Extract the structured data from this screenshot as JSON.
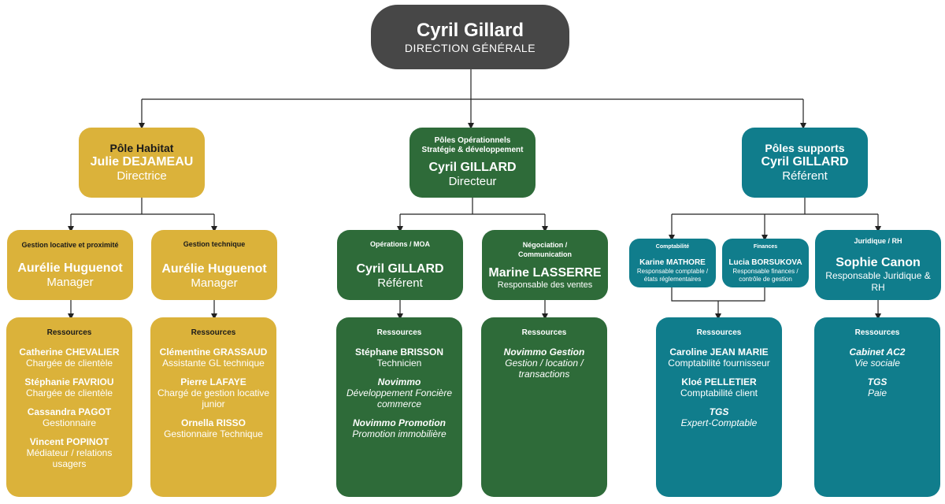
{
  "top": {
    "name": "Cyril Gillard",
    "title": "DIRECTION GÉNÉRALE"
  },
  "habitat": {
    "head": {
      "pole": "Pôle Habitat",
      "name": "Julie DEJAMEAU",
      "role": "Directrice"
    },
    "gl": {
      "dept": "Gestion locative et proximité",
      "name": "Aurélie Huguenot",
      "role": "Manager"
    },
    "gt": {
      "dept": "Gestion technique",
      "name": "Aurélie Huguenot",
      "role": "Manager"
    },
    "gl_res": {
      "title": "Ressources",
      "entries": [
        {
          "name": "Catherine CHEVALIER",
          "role": "Chargée de clientèle"
        },
        {
          "name": "Stéphanie FAVRIOU",
          "role": "Chargée de clientèle"
        },
        {
          "name": "Cassandra PAGOT",
          "role": "Gestionnaire"
        },
        {
          "name": "Vincent POPINOT",
          "role": "Médiateur / relations usagers"
        }
      ]
    },
    "gt_res": {
      "title": "Ressources",
      "entries": [
        {
          "name": "Clémentine GRASSAUD",
          "role": "Assistante GL technique"
        },
        {
          "name": "Pierre LAFAYE",
          "role": "Chargé de gestion locative junior"
        },
        {
          "name": "Ornella RISSO",
          "role": "Gestionnaire Technique"
        }
      ]
    }
  },
  "ops": {
    "head": {
      "pole_line1": "Pôles Opérationnels",
      "pole_line2": "Stratégie & développement",
      "name": "Cyril GILLARD",
      "role": "Directeur"
    },
    "moa": {
      "dept": "Opérations / MOA",
      "name": "Cyril GILLARD",
      "role": "Référent"
    },
    "nego": {
      "dept": "Négociation / Communication",
      "name": "Marine LASSERRE",
      "role": "Responsable des ventes"
    },
    "moa_res": {
      "title": "Ressources",
      "entries": [
        {
          "name": "Stéphane BRISSON",
          "role": "Technicien"
        },
        {
          "name": "Novimmo",
          "role": "Développement Foncière commerce"
        },
        {
          "name": "Novimmo Promotion",
          "role": "Promotion immobilière"
        }
      ]
    },
    "nego_res": {
      "title": "Ressources",
      "entries": [
        {
          "name": "Novimmo Gestion",
          "role": "Gestion / location / transactions"
        }
      ]
    }
  },
  "supports": {
    "head": {
      "pole": "Pôles supports",
      "name": "Cyril GILLARD",
      "role": "Référent"
    },
    "compta": {
      "dept": "Comptabilité",
      "name": "Karine MATHORE",
      "role": "Responsable comptable / états réglementaires"
    },
    "fin": {
      "dept": "Finances",
      "name": "Lucia BORSUKOVA",
      "role": "Responsable finances / contrôle de gestion"
    },
    "jur": {
      "dept": "Juridique / RH",
      "name": "Sophie Canon",
      "role": "Responsable Juridique & RH"
    },
    "cf_res": {
      "title": "Ressources",
      "entries": [
        {
          "name": "Caroline JEAN MARIE",
          "role": "Comptabilité fournisseur"
        },
        {
          "name": "Kloé PELLETIER",
          "role": "Comptabilité client"
        },
        {
          "name": "TGS",
          "role": "Expert-Comptable"
        }
      ]
    },
    "jur_res": {
      "title": "Ressources",
      "entries": [
        {
          "name": "Cabinet AC2",
          "role": "Vie sociale"
        },
        {
          "name": "TGS",
          "role": "Paie"
        }
      ]
    }
  }
}
